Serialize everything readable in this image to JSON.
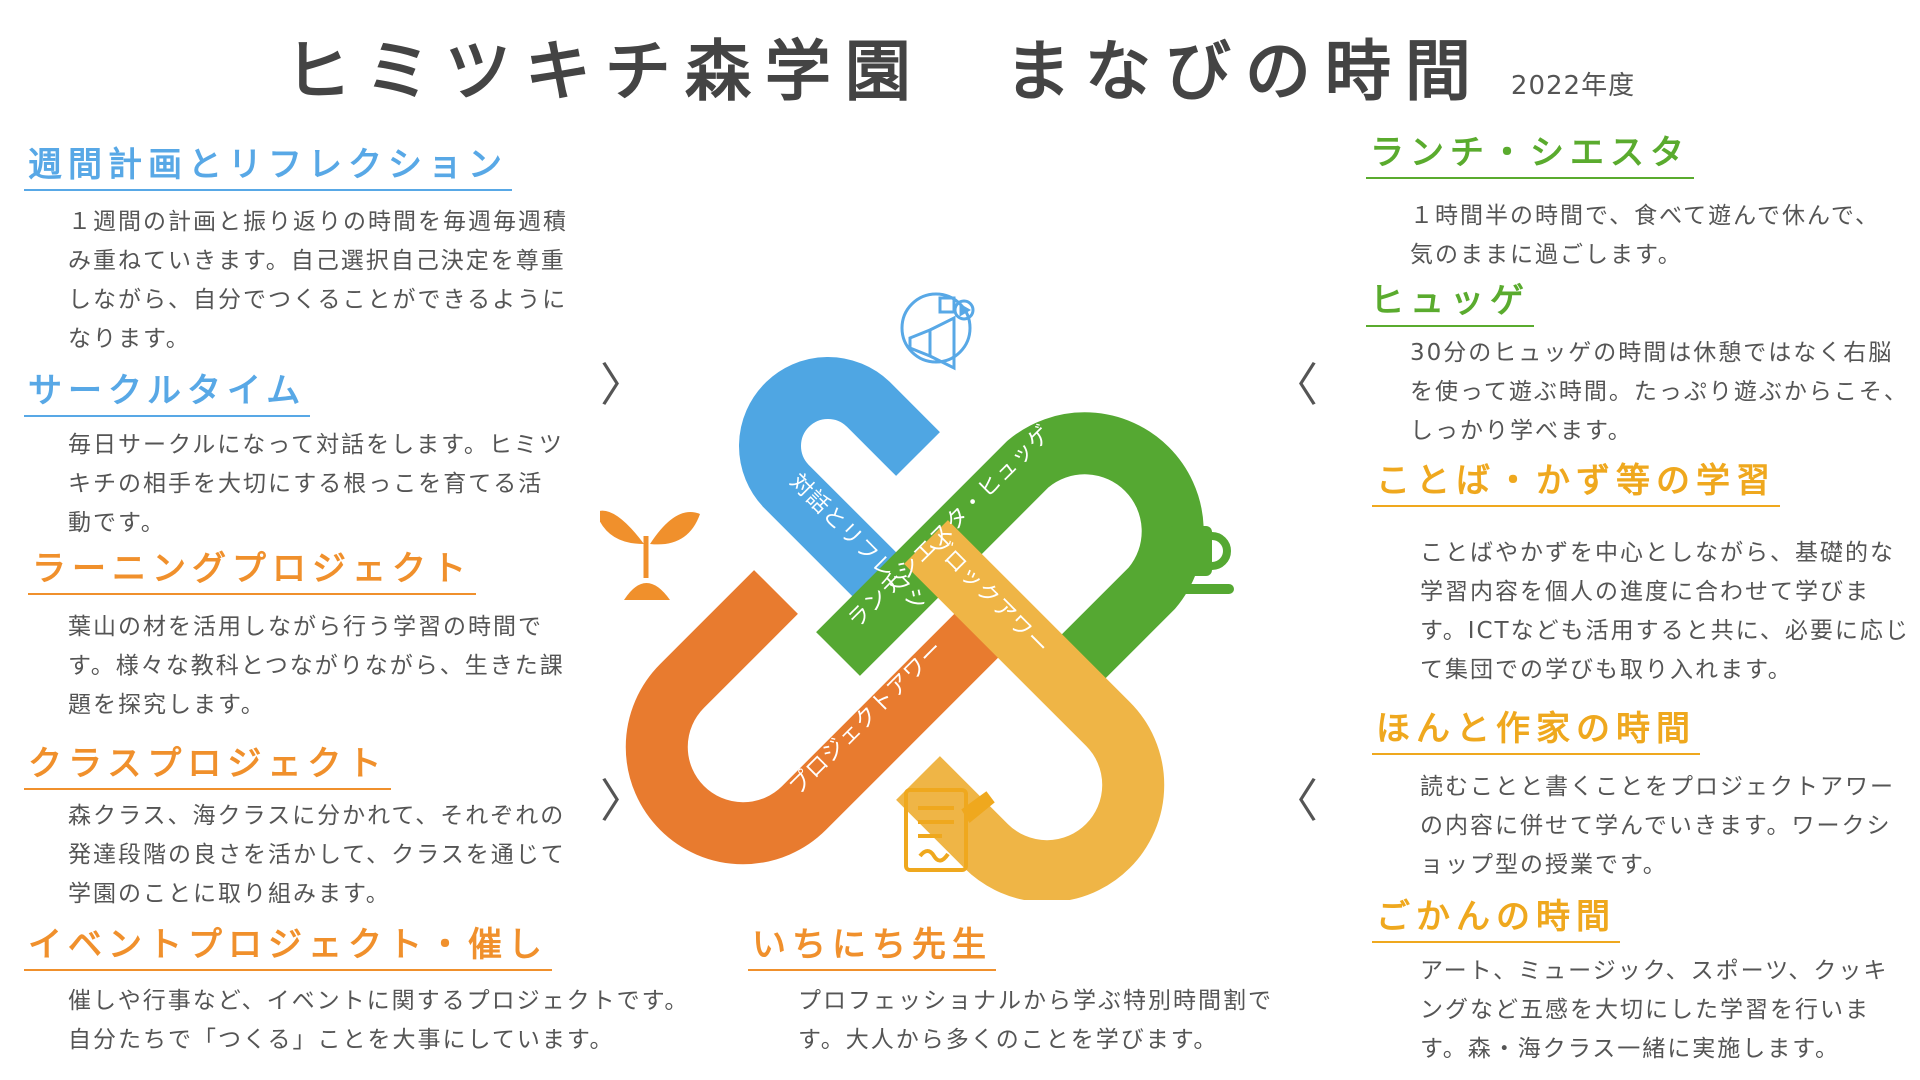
{
  "title": {
    "main": "ヒミツキチ森学園　まなびの時間",
    "year": "2022年度"
  },
  "left": [
    {
      "heading": "週間計画とリフレクション",
      "text": "１週間の計画と振り返りの時間を毎週毎週積み重ねていきます。自己選択自己決定を尊重しながら、自分でつくることができるようになります。"
    },
    {
      "heading": "サークルタイム",
      "text": "毎日サークルになって対話をします。ヒミツキチの相手を大切にする根っこを育てる活動です。"
    },
    {
      "heading": "ラーニングプロジェクト",
      "text": "葉山の材を活用しながら行う学習の時間です。様々な教科とつながりながら、生きた課題を探究します。"
    },
    {
      "heading": "クラスプロジェクト",
      "text": "森クラス、海クラスに分かれて、それぞれの発達段階の良さを活かして、クラスを通じて学園のことに取り組みます。"
    },
    {
      "heading": "イベントプロジェクト・催し",
      "text": "催しや行事など、イベントに関するプロジェクトです。自分たちで「つくる」ことを大事にしています。"
    }
  ],
  "center": {
    "heading": "いちにち先生",
    "text": "プロフェッショナルから学ぶ特別時間割です。大人から多くのことを学びます。"
  },
  "right": [
    {
      "heading": "ランチ・シエスタ",
      "text": "１時間半の時間で、食べて遊んで休んで、気のままに過ごします。"
    },
    {
      "heading": "ヒュッゲ",
      "text": "30分のヒュッゲの時間は休憩ではなく右脳を使って遊ぶ時間。たっぷり遊ぶからこそ、しっかり学べます。"
    },
    {
      "heading": "ことば・かず等の学習",
      "text": "ことばやかずを中心としながら、基礎的な学習内容を個人の進度に合わせて学びます。ICTなども活用すると共に、必要に応じて集団での学びも取り入れます。"
    },
    {
      "heading": "ほんと作家の時間",
      "text": "読むことと書くことをプロジェクトアワーの内容に併せて学んでいきます。ワークショップ型の授業です。"
    },
    {
      "heading": "ごかんの時間",
      "text": "アート、ミュージック、スポーツ、クッキングなど五感を大切にした学習を行います。森・海クラス一緒に実施します。"
    }
  ],
  "diagram": {
    "labels": {
      "blue": "対話とリフレクション",
      "green": "ランチシエスタ・ヒュッゲ",
      "orange": "プロジェクトアワー",
      "yellow": "ブロックアワー"
    },
    "colors": {
      "blue": "#4fa6e3",
      "green": "#55a832",
      "orange": "#e87b2f",
      "yellow": "#efb546"
    }
  },
  "chevrons": {
    "left": "〉",
    "right": "〈"
  }
}
